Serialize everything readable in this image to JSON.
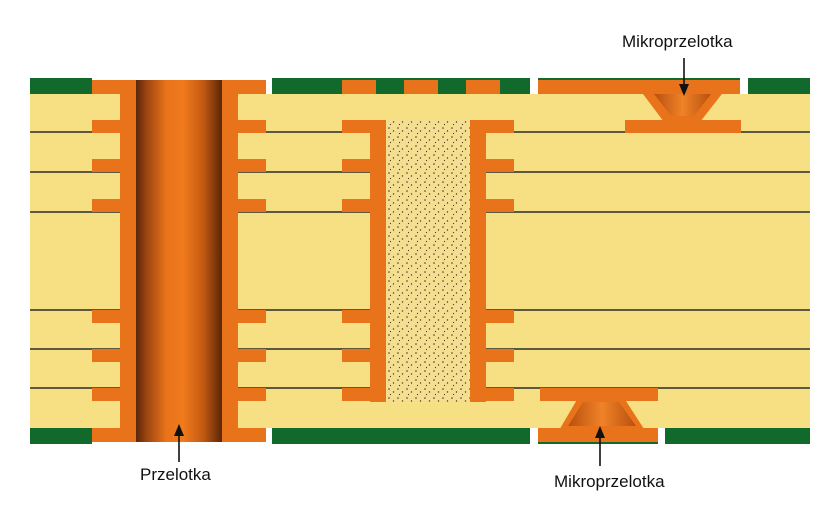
{
  "labels": {
    "top_microvia": "Mikroprzelotka",
    "through_via": "Przelotka",
    "bottom_microvia": "Mikroprzelotka"
  },
  "colors": {
    "laminate": "#f6e083",
    "copper": "#e8731a",
    "solder_mask": "#11692b",
    "layer_line": "#2a2a2a",
    "filler": "#f3de92",
    "filler_dots": "#4a3a1a",
    "arrow": "#111111"
  }
}
